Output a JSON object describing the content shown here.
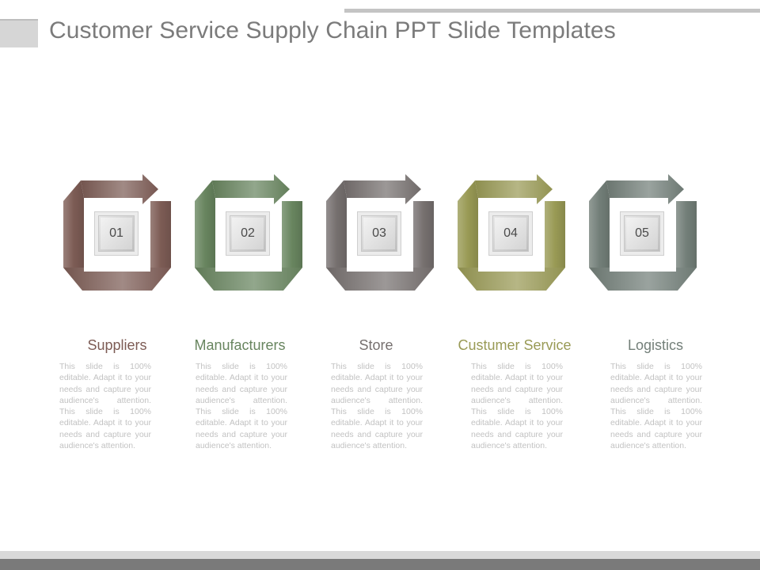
{
  "slide": {
    "title": "Customer Service Supply Chain PPT Slide Templates"
  },
  "steps": [
    {
      "number": "01",
      "label": "Suppliers",
      "color": "#7d5c55",
      "description": "This slide is 100% editable. Adapt it to your needs and capture your audience's attention. This slide is 100% editable. Adapt it to your needs and capture your audience's attention."
    },
    {
      "number": "02",
      "label": "Manufacturers",
      "color": "#68855f",
      "description": "This slide is 100% editable. Adapt it to your needs and capture your audience's attention. This slide is 100% editable. Adapt it to your needs and capture your audience's attention."
    },
    {
      "number": "03",
      "label": "Store",
      "color": "#76706f",
      "description": "This slide is 100% editable. Adapt it to your needs and capture your audience's attention. This slide is 100% editable. Adapt it to your needs and capture your audience's attention."
    },
    {
      "number": "04",
      "label": "Custumer Service",
      "color": "#999a55",
      "description": "This slide is 100% editable. Adapt it to your needs and capture your audience's attention. This slide is 100% editable. Adapt it to your needs and capture your audience's attention."
    },
    {
      "number": "05",
      "label": "Logistics",
      "color": "#737f79",
      "description": "This slide is 100% editable. Adapt it to your needs and capture your audience's attention. This slide is 100% editable. Adapt it to your needs and capture your audience's attention."
    }
  ]
}
